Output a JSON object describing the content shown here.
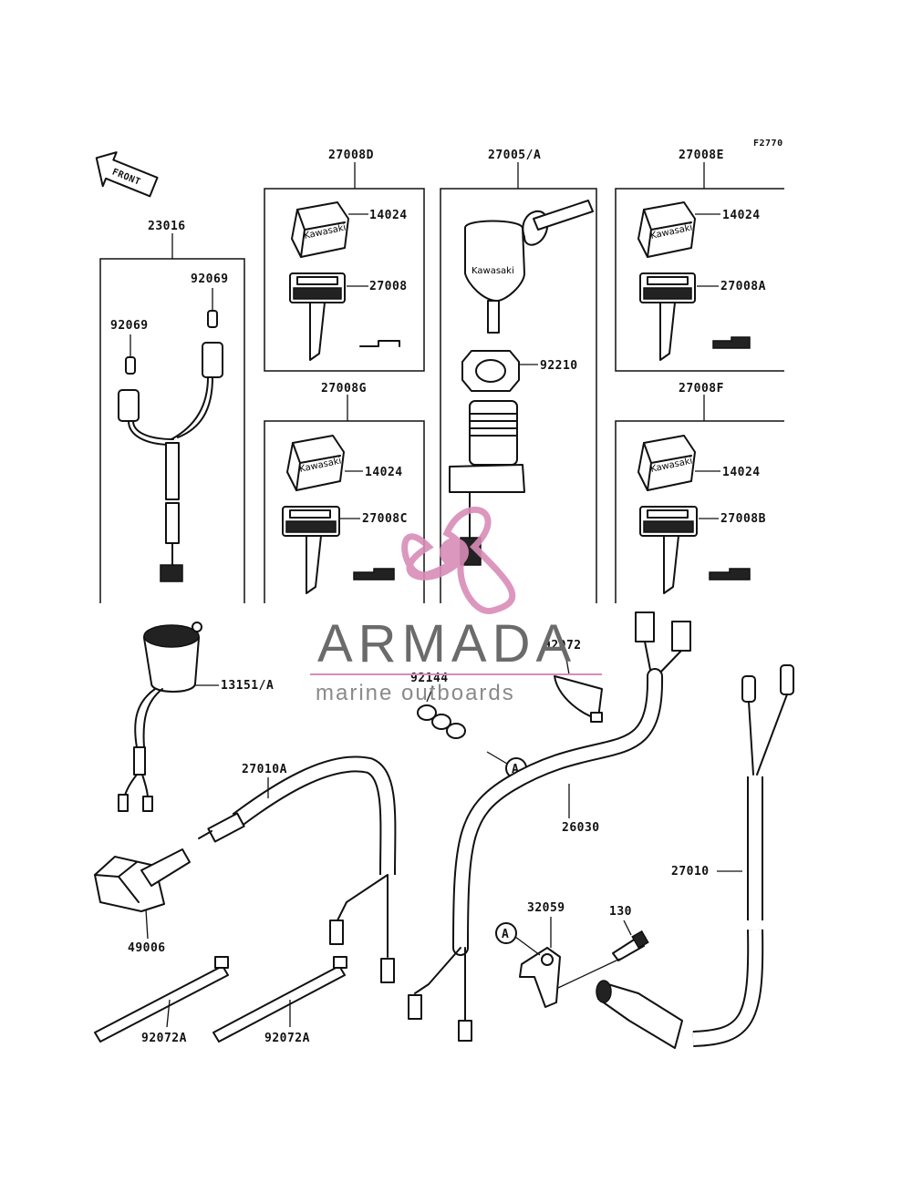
{
  "figure_code": "F2770",
  "front_marker": "FRONT",
  "key_brand": "Kawasaki",
  "groups": {
    "g23016": "23016",
    "g27008D": "27008D",
    "g27005A": "27005/A",
    "g27008E": "27008E",
    "g27008G": "27008G",
    "g27008F": "27008F"
  },
  "labels": {
    "p92069_a": "92069",
    "p92069_b": "92069",
    "p14024_d": "14024",
    "p27008": "27008",
    "p92210": "92210",
    "p14024_e": "14024",
    "p27008A": "27008A",
    "p14024_g": "14024",
    "p27008C": "27008C",
    "p14024_f": "14024",
    "p27008B": "27008B",
    "p13151A": "13151/A",
    "p92144": "92144",
    "p92072": "92072",
    "p27010A": "27010A",
    "p26030": "26030",
    "p49006": "49006",
    "p32059": "32059",
    "p130": "130",
    "p27010": "27010",
    "p92072A_1": "92072A",
    "p92072A_2": "92072A",
    "ref_a1": "A",
    "ref_a2": "A"
  },
  "watermark": {
    "title": "ARMADA",
    "subtitle": "marine outboards",
    "color_pink": "#d98cb8",
    "color_gray": "#6b6b6b"
  }
}
